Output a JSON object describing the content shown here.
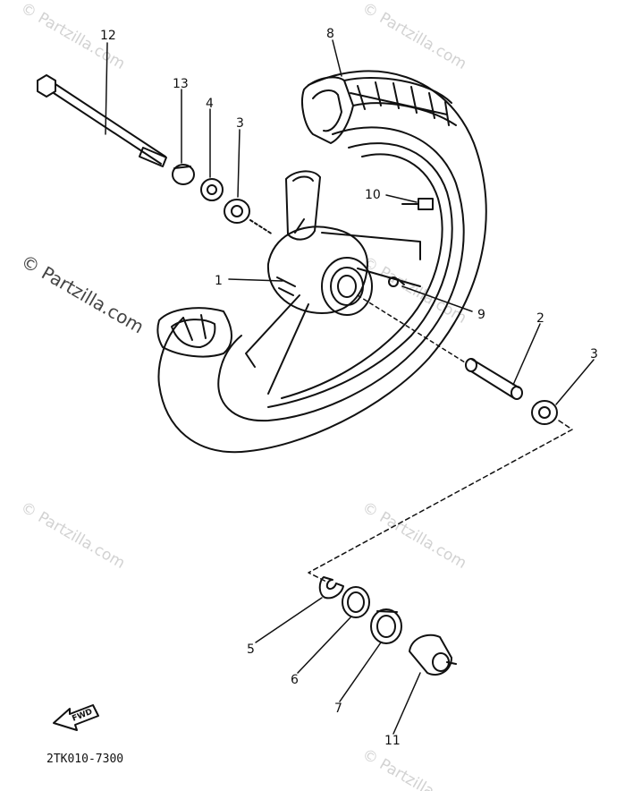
{
  "diagram": {
    "part_number": "2TK010-7300",
    "forward_badge": "FWD",
    "watermark": "© Partzilla.com",
    "callouts": {
      "c1": "1",
      "c2": "2",
      "c3a": "3",
      "c3b": "3",
      "c4": "4",
      "c5": "5",
      "c6": "6",
      "c7": "7",
      "c8": "8",
      "c9": "9",
      "c10": "10",
      "c11": "11",
      "c12": "12",
      "c13": "13"
    }
  }
}
